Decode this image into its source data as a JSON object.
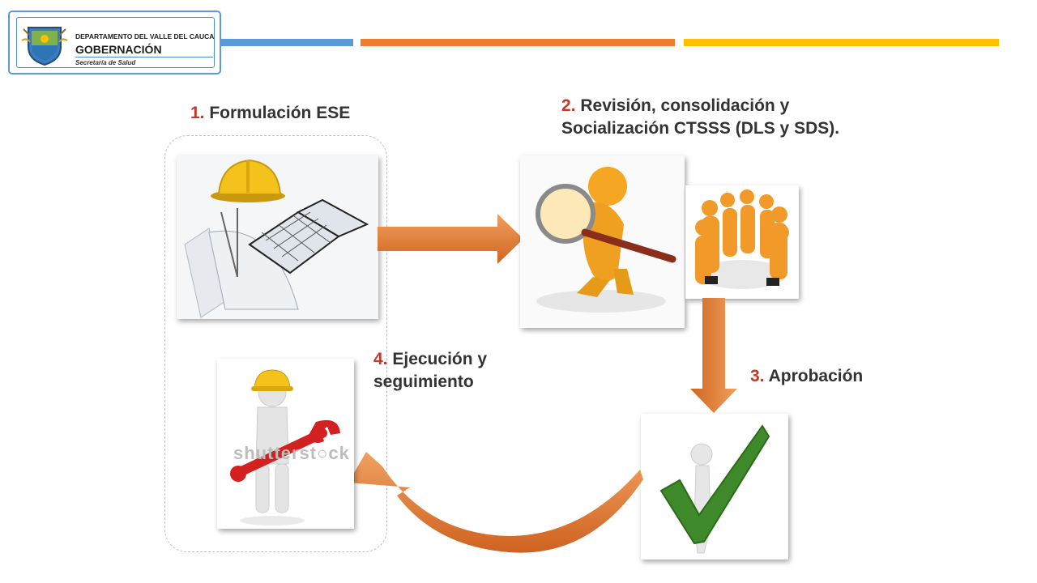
{
  "header": {
    "org_line1": "DEPARTAMENTO DEL VALLE DEL CAUCA",
    "org_line2": "GOBERNACIÓN",
    "org_line3": "Secretaría de Salud",
    "bar_colors": [
      "#5b9bd5",
      "#ed7d31",
      "#ffc000"
    ]
  },
  "steps": [
    {
      "number": "1.",
      "text": "Formulación ESE"
    },
    {
      "number": "2.",
      "text_line1": "Revisión, consolidación y",
      "text_line2": "Socialización CTSSS (DLS y SDS)."
    },
    {
      "number": "3.",
      "text": "Aprobación"
    },
    {
      "number": "4.",
      "text_line1": "Ejecución y",
      "text_line2": "seguimiento"
    }
  ],
  "watermark": "shutterst○ck",
  "colors": {
    "arrow": "#e07a30",
    "number": "#c0392b",
    "dashed": "#b8bfd0"
  }
}
